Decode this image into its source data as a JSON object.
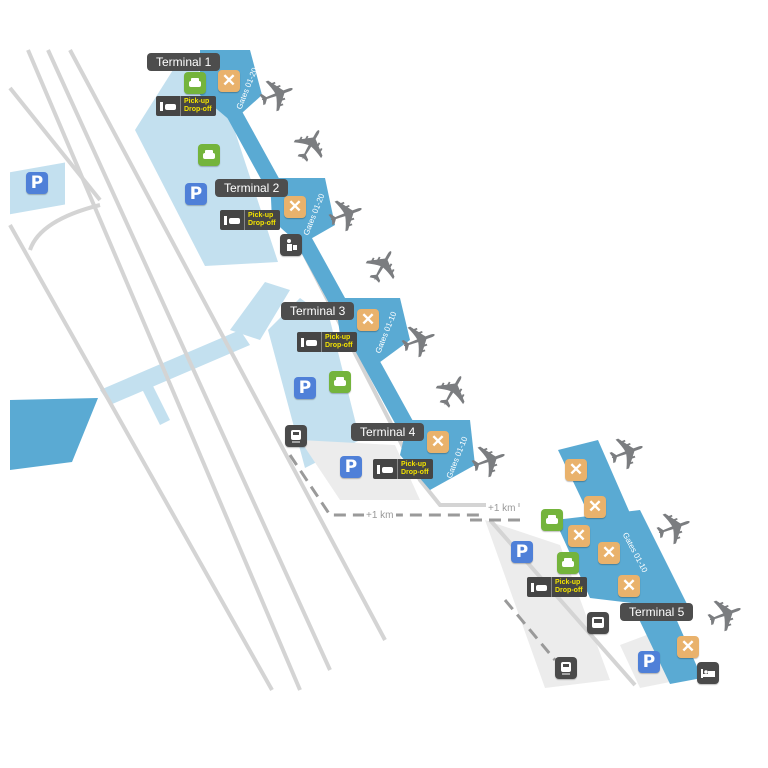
{
  "map": {
    "terminals": [
      {
        "label": "Terminal 1",
        "gates": "Gates 01-20"
      },
      {
        "label": "Terminal 2",
        "gates": "Gates 01-20"
      },
      {
        "label": "Terminal 3",
        "gates": "Gates 01-10"
      },
      {
        "label": "Terminal 4",
        "gates": "Gates 01-10"
      },
      {
        "label": "Terminal 5",
        "gates": "Gates 01-10"
      }
    ],
    "pickup": {
      "line1": "Pick-up",
      "line2": "Drop-off"
    },
    "parking_symbol": "P",
    "distance_labels": [
      "+1 km",
      "+1 km"
    ],
    "icons": [
      "restaurant-icon",
      "car-rental-icon",
      "parking-icon",
      "taxi-icon",
      "train-icon",
      "bus-icon",
      "hotel-icon",
      "check-in-icon",
      "airplane-icon"
    ],
    "colors": {
      "terminal": "#5aaad3",
      "apron": "#c3e0ef",
      "food": "#e9b26c",
      "car_rental": "#74b43c",
      "parking": "#4f80d8",
      "dark": "#4a4a4a",
      "road": "#d4d4d4"
    }
  }
}
